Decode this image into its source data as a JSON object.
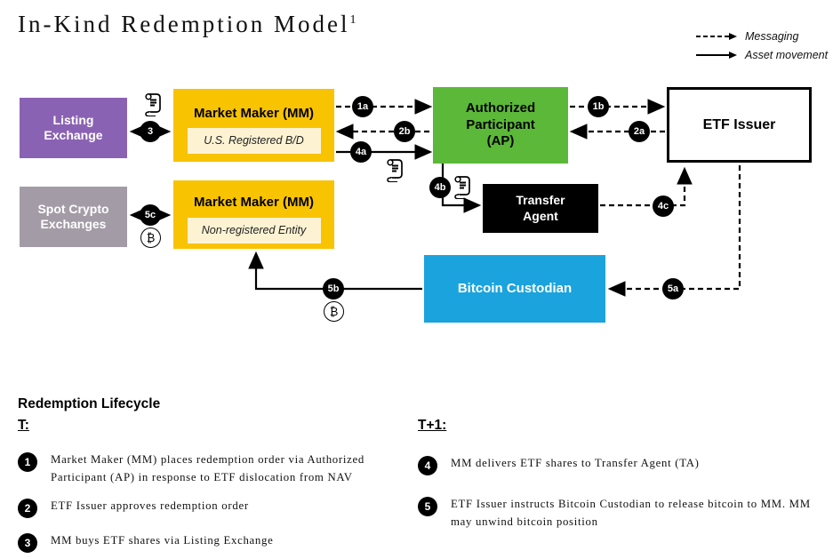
{
  "title": {
    "text": "In-Kind Redemption Model",
    "superscript": "1"
  },
  "legend": {
    "messaging": "Messaging",
    "asset_movement": "Asset movement"
  },
  "colors": {
    "listing_exchange": "#8a62b3",
    "market_maker": "#f8c300",
    "market_maker_inner": "#fdf3d3",
    "authorized_participant": "#5cb838",
    "spot_crypto_exchanges": "#a39ca7",
    "transfer_agent": "#000000",
    "bitcoin_custodian": "#1ba3dd",
    "etf_issuer_border": "#000000"
  },
  "diagram": {
    "boxes": {
      "listing_exchange": "Listing Exchange",
      "market_maker_top": {
        "title": "Market Maker (MM)",
        "subtitle": "U.S. Registered B/D"
      },
      "authorized_participant": "Authorized Participant (AP)",
      "etf_issuer": "ETF Issuer",
      "transfer_agent": "Transfer Agent",
      "spot_crypto_exchanges": "Spot Crypto Exchanges",
      "market_maker_bottom": {
        "title": "Market Maker (MM)",
        "subtitle": "Non-registered Entity"
      },
      "bitcoin_custodian": "Bitcoin Custodian"
    },
    "step_badges": {
      "s1a": "1a",
      "s1b": "1b",
      "s2a": "2a",
      "s2b": "2b",
      "s3": "3",
      "s4a": "4a",
      "s4b": "4b",
      "s4c": "4c",
      "s5a": "5a",
      "s5b": "5b",
      "s5c": "5c"
    },
    "icons": {
      "bitcoin_symbol": "₿"
    }
  },
  "lifecycle": {
    "heading": "Redemption Lifecycle",
    "columns": [
      {
        "heading": "T:",
        "steps": [
          {
            "num": "1",
            "text": "Market Maker (MM) places redemption order via Authorized Participant (AP) in response to ETF dislocation from NAV"
          },
          {
            "num": "2",
            "text": "ETF Issuer approves redemption order"
          },
          {
            "num": "3",
            "text": "MM buys ETF shares via Listing Exchange"
          }
        ]
      },
      {
        "heading": "T+1:",
        "steps": [
          {
            "num": "4",
            "text": "MM delivers ETF shares to Transfer Agent (TA)"
          },
          {
            "num": "5",
            "text": "ETF Issuer instructs Bitcoin Custodian to release bitcoin to MM. MM may unwind bitcoin position"
          }
        ]
      }
    ]
  }
}
